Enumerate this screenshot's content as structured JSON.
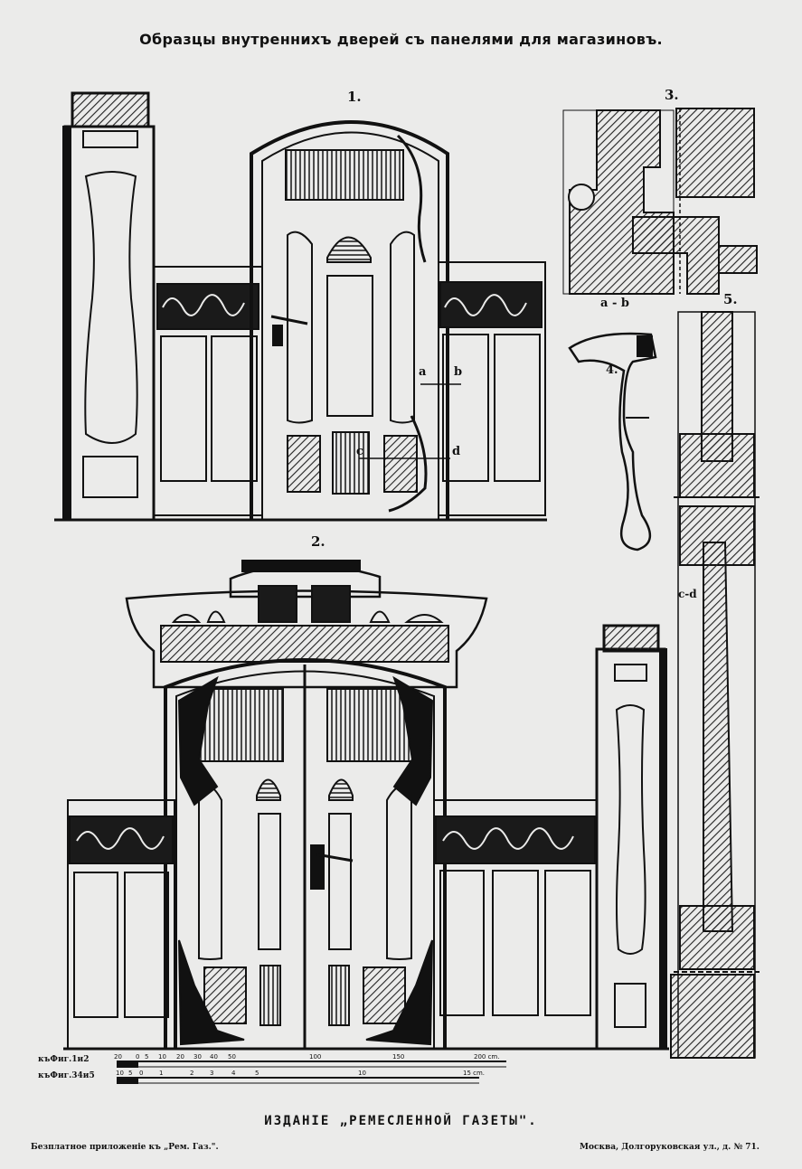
{
  "title": "Образцы внутреннихъ дверей съ панелями для магазиновъ.",
  "figures": {
    "fig1": "1.",
    "fig2": "2.",
    "fig3": "3.",
    "fig4": "4.",
    "fig5": "5."
  },
  "section_labels": {
    "a": "a",
    "b": "b",
    "c": "c",
    "d": "d",
    "ab": "a - b",
    "cd": "c-d"
  },
  "scales": [
    {
      "label": "къФиг.1и2",
      "ticks": [
        "20",
        "0",
        "5",
        "10",
        "20",
        "30",
        "40",
        "50",
        "100",
        "150",
        "200 cm."
      ]
    },
    {
      "label": "къФиг.34и5",
      "ticks": [
        "10",
        "5",
        "0",
        "1",
        "2",
        "3",
        "4",
        "5",
        "10",
        "15 cm."
      ]
    }
  ],
  "publisher": "ИЗДАНІЕ „РЕМЕСЛЕННОЙ ГАЗЕТЫ\".",
  "footer_left": "Безплатное приложеніе къ „Рем. Газ.\".",
  "footer_right": "Москва, Долгоруковская ул., д. № 71.",
  "colors": {
    "paper": "#ebebea",
    "ink": "#111111",
    "hatch": "#222222"
  }
}
